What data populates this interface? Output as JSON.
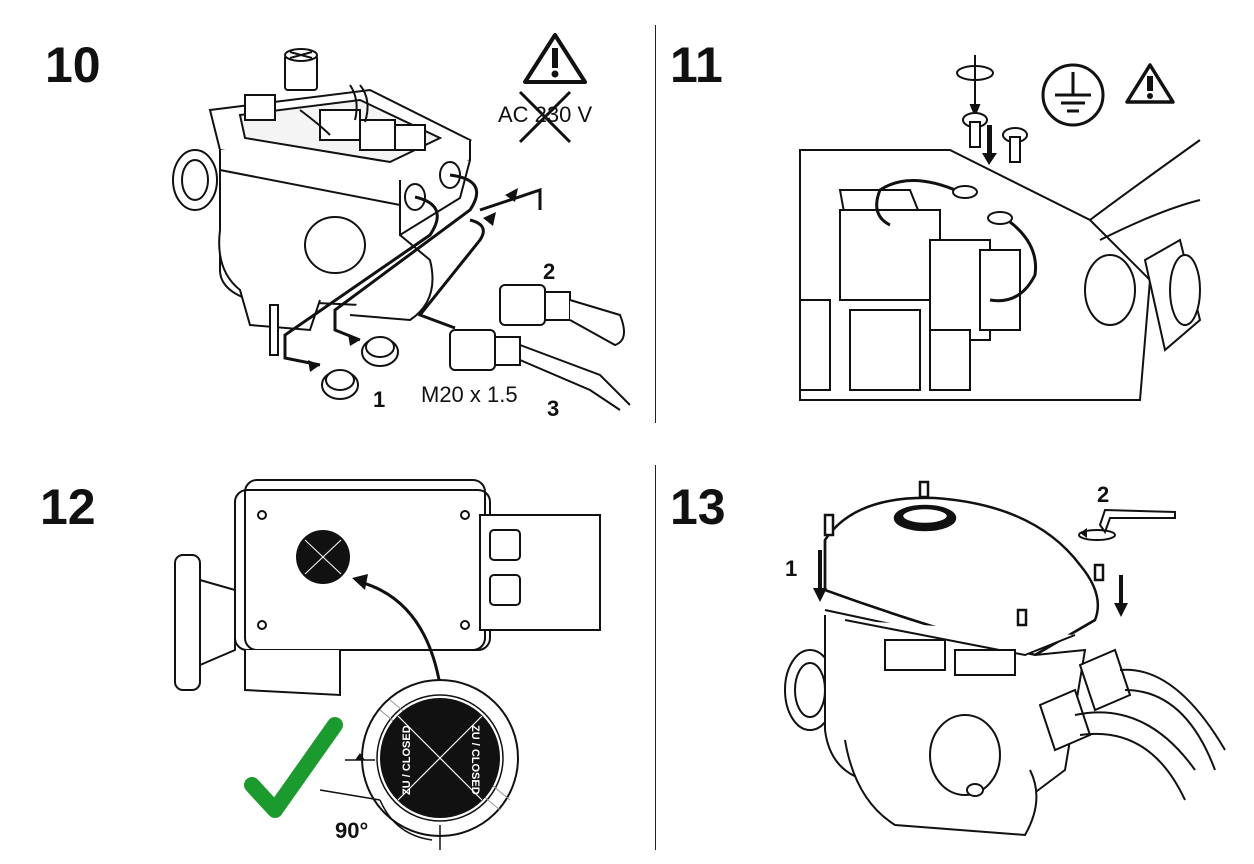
{
  "steps": {
    "s10": {
      "number": "10",
      "voltage": "AC 230 V",
      "thread": "M20 x 1.5",
      "callouts": [
        "1",
        "2",
        "3"
      ]
    },
    "s11": {
      "number": "11"
    },
    "s12": {
      "number": "12",
      "dial_text": "ZU / CLOSED",
      "angle": "90°"
    },
    "s13": {
      "number": "13",
      "callouts": [
        "1",
        "2"
      ]
    }
  },
  "colors": {
    "check": "#1b9a2e",
    "ink": "#111111",
    "dial": "#111111"
  },
  "icons": [
    "warning-icon",
    "ground-icon",
    "checkmark-icon",
    "rotate-icon",
    "hex-key-icon"
  ]
}
